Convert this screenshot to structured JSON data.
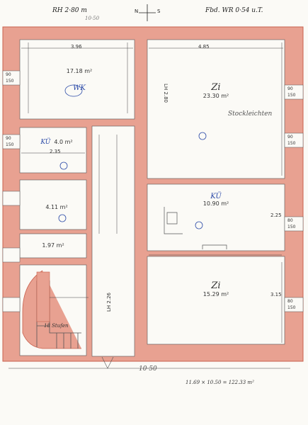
{
  "header": {
    "rh": "RH 2·80 m",
    "fbd": "Fbd. WR 0·54 u.T.",
    "compass_n": "N",
    "compass_s": "S",
    "top_width": "10·50"
  },
  "rooms": [
    {
      "id": "wk",
      "name": "WK",
      "area": "17.18 m²"
    },
    {
      "id": "zi_top",
      "name": "Zi",
      "area": "23.30 m²",
      "lh": "LH 2.80",
      "note": "Stockleichten"
    },
    {
      "id": "ku_left",
      "name": "KÜ",
      "area": "4.0 m²"
    },
    {
      "id": "room_c",
      "name": "",
      "area": "4.11 m²"
    },
    {
      "id": "room_small",
      "name": "",
      "area": "1.97 m²"
    },
    {
      "id": "ku_right",
      "name": "KÜ",
      "area": "10.90 m²"
    },
    {
      "id": "zi_bottom",
      "name": "Zi",
      "area": "15.29 m²"
    }
  ],
  "dimensions": {
    "wk_width": "3.96",
    "zi_width": "4.85",
    "ku_width": "2.35",
    "stair": "18 Stufen",
    "hall_lh": "LH 2.26",
    "bottom_width": "10·50",
    "total_area": "11.69 × 10.50 = 122.33 m²",
    "zi_bottom_h": "3.15",
    "ku_right_h": "2.25"
  },
  "window_labels": [
    "90",
    "150",
    "90",
    "150",
    "90",
    "150",
    "90",
    "150",
    "80",
    "150",
    "80",
    "150"
  ],
  "colors": {
    "wall": "#e8a191",
    "wall_edge": "#c9614e",
    "ink": "#333333",
    "blue_ink": "#2b4aa8",
    "paper": "#fbfaf6"
  }
}
